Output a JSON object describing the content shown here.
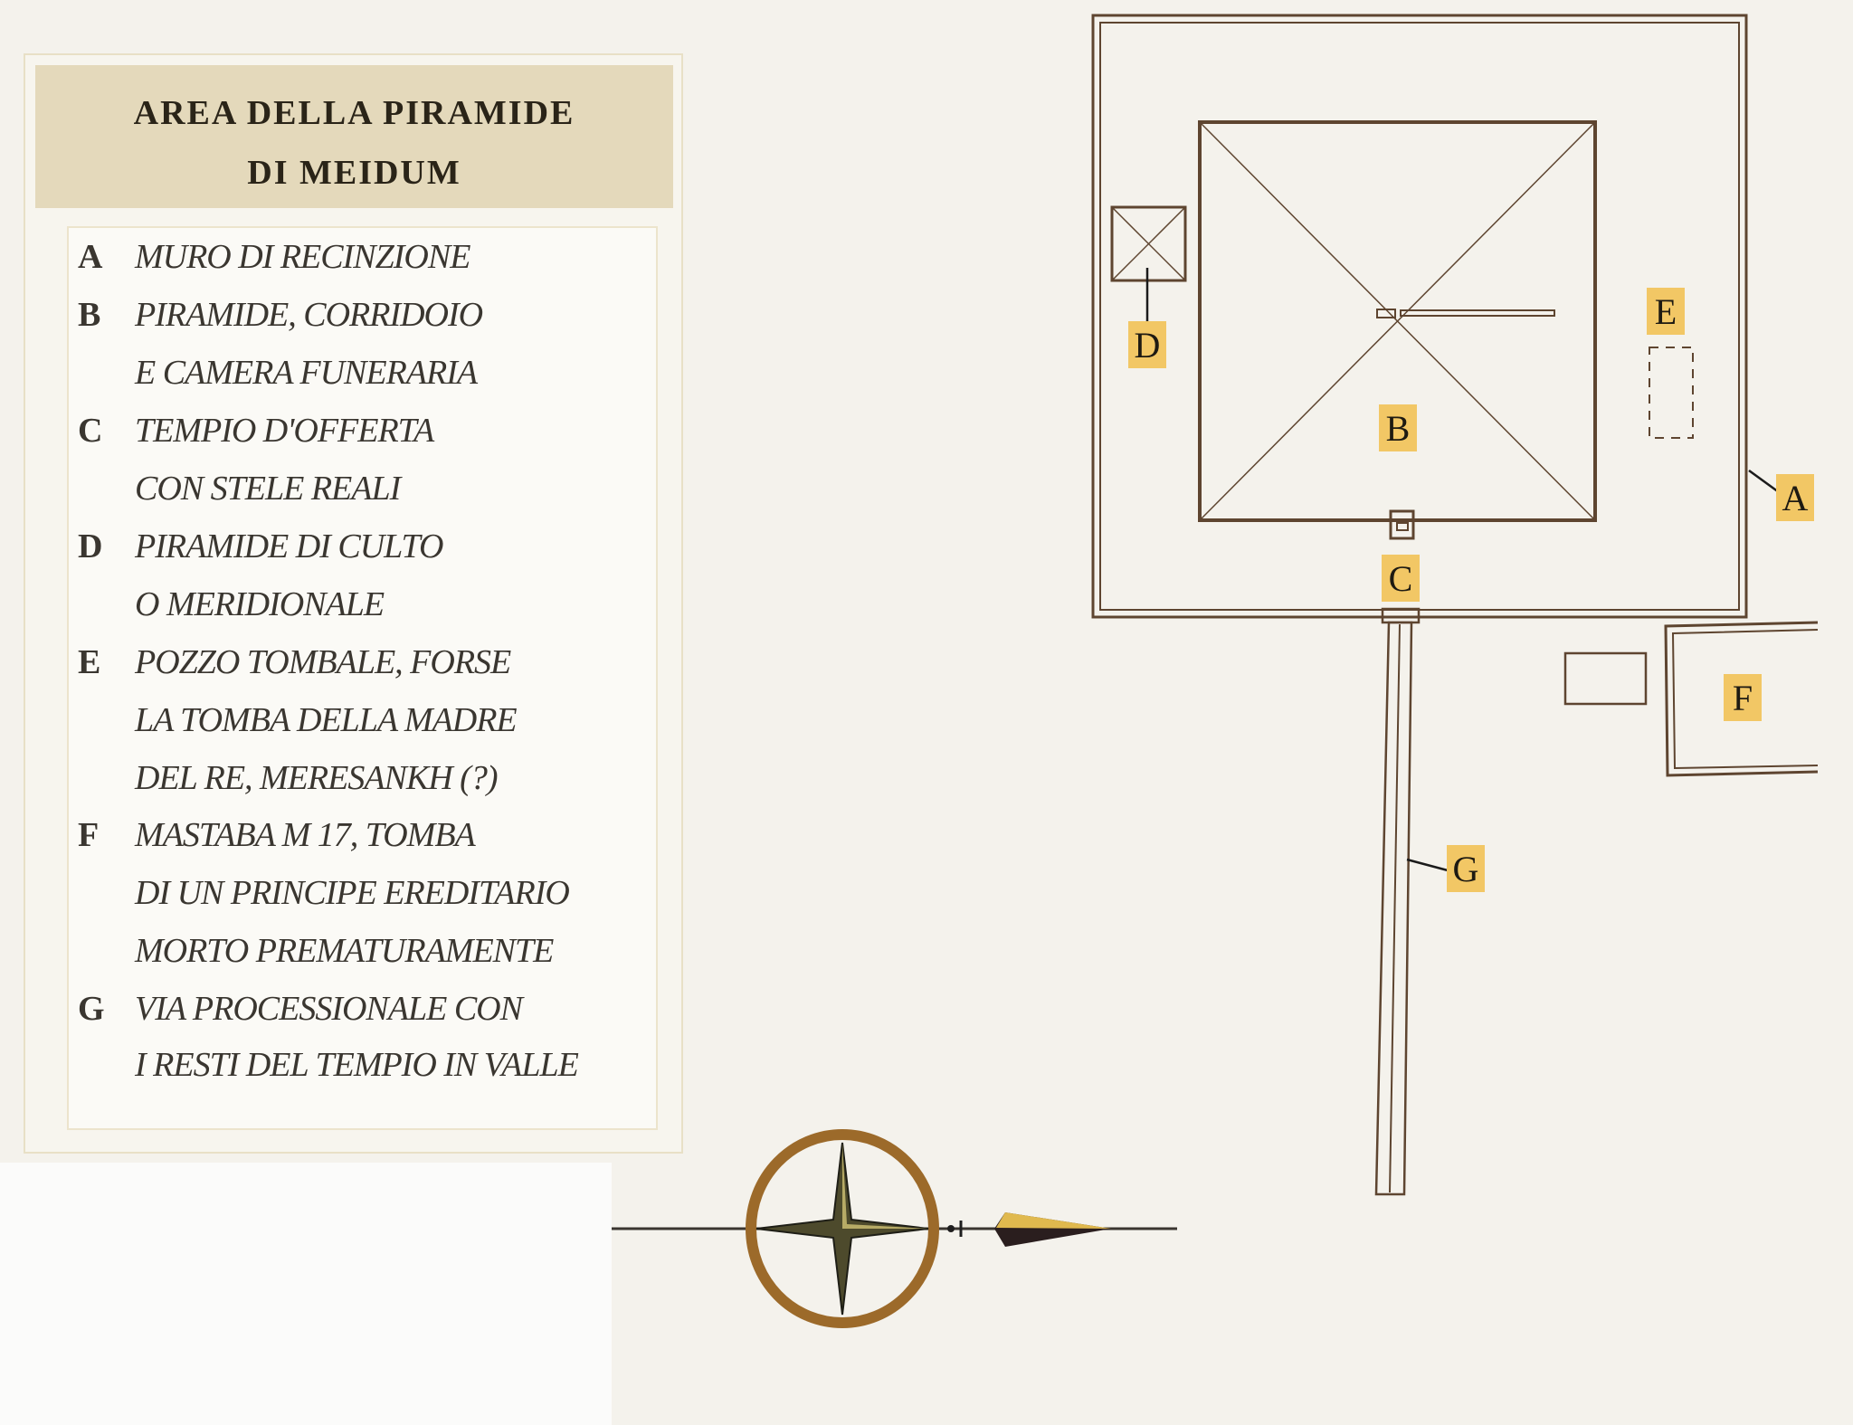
{
  "legend": {
    "title_line1": "AREA DELLA PIRAMIDE",
    "title_line2": "DI MEIDUM",
    "rows": [
      {
        "letter": "A",
        "text": "MURO DI RECINZIONE"
      },
      {
        "letter": "B",
        "text": "PIRAMIDE, CORRIDOIO"
      },
      {
        "letter": "",
        "text": "E CAMERA FUNERARIA"
      },
      {
        "letter": "C",
        "text": "TEMPIO D'OFFERTA"
      },
      {
        "letter": "",
        "text": "CON STELE REALI"
      },
      {
        "letter": "D",
        "text": "PIRAMIDE DI CULTO"
      },
      {
        "letter": "",
        "text": "O MERIDIONALE"
      },
      {
        "letter": "E",
        "text": "POZZO TOMBALE, FORSE"
      },
      {
        "letter": "",
        "text": "LA TOMBA DELLA MADRE"
      },
      {
        "letter": "",
        "text": "DEL RE, MERESANKH (?)"
      },
      {
        "letter": "F",
        "text": "MASTABA M 17, TOMBA"
      },
      {
        "letter": "",
        "text": "DI UN PRINCIPE EREDITARIO"
      },
      {
        "letter": "",
        "text": "MORTO PREMATURAMENTE"
      },
      {
        "letter": "G",
        "text": "VIA PROCESSIONALE CON"
      },
      {
        "letter": "",
        "text": "I RESTI DEL TEMPIO IN VALLE"
      }
    ]
  },
  "map_labels": {
    "A": "A",
    "B": "B",
    "C": "C",
    "D": "D",
    "E": "E",
    "F": "F",
    "G": "G"
  },
  "colors": {
    "wall": "#5e4530",
    "label_bg": "#f2c765",
    "header_bg": "#e4d9bb"
  }
}
